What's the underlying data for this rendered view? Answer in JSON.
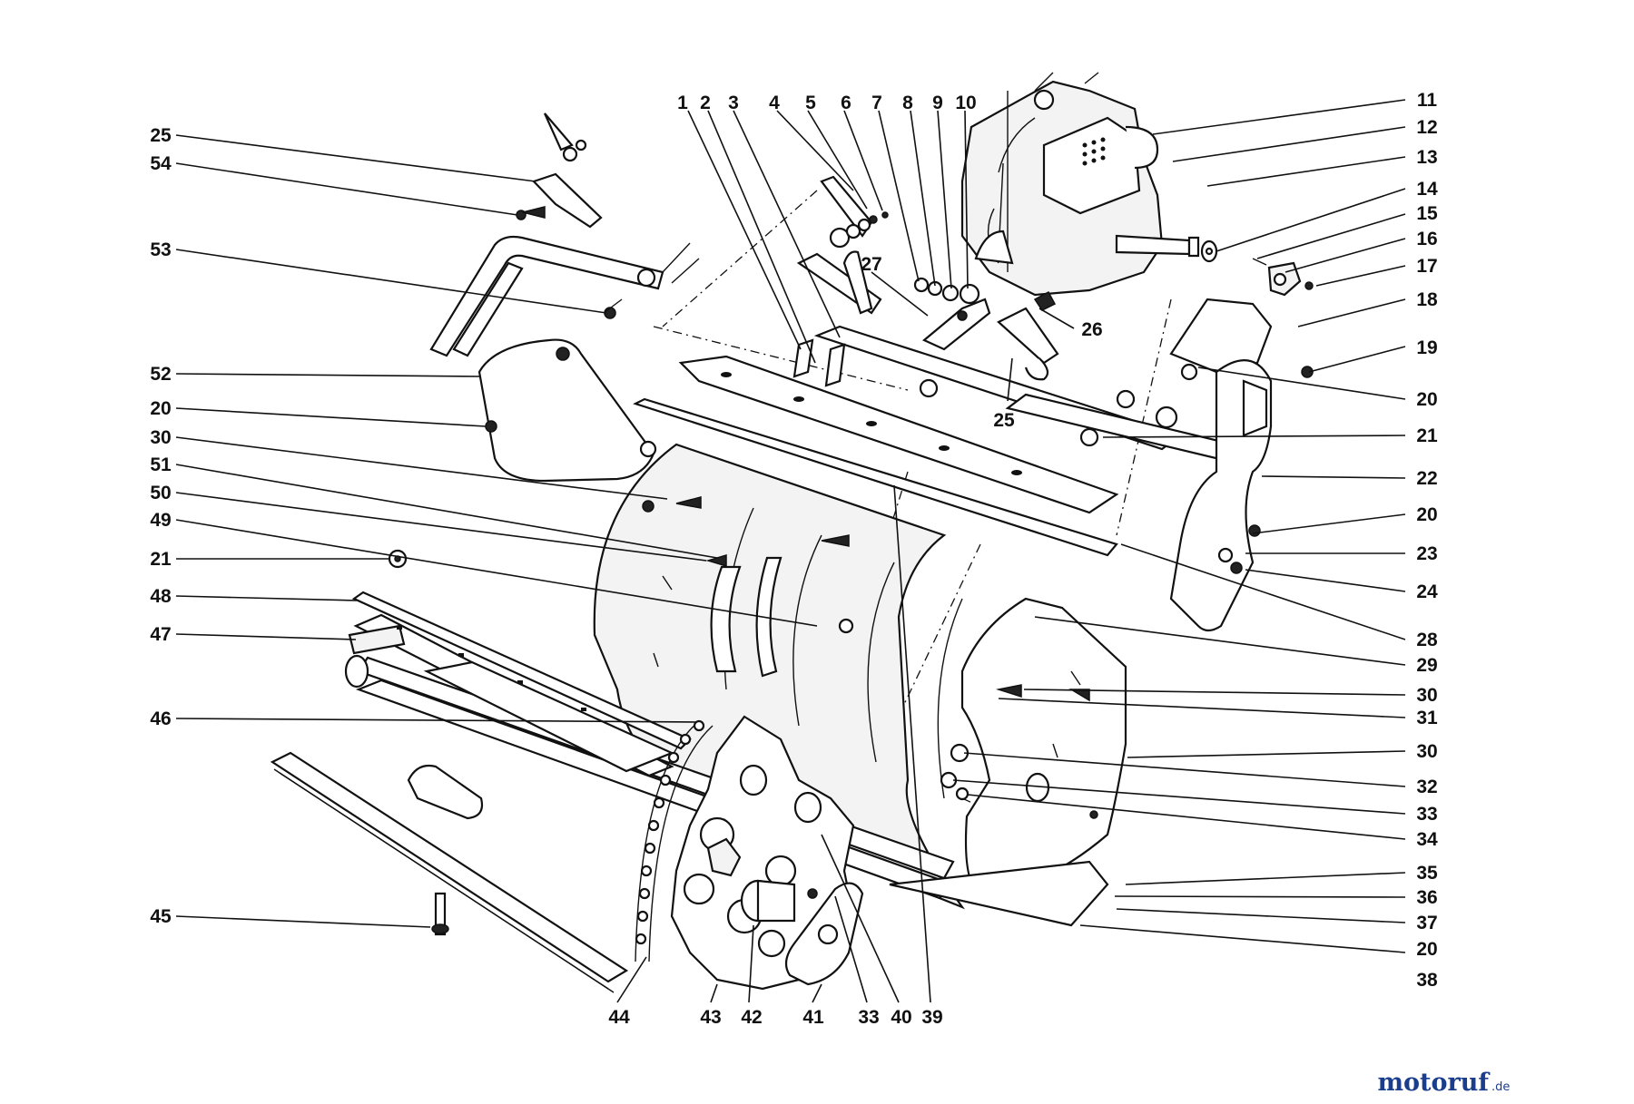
{
  "diagram": {
    "callouts": [
      "1",
      "2",
      "3",
      "4",
      "5",
      "6",
      "7",
      "8",
      "9",
      "10",
      "11",
      "12",
      "13",
      "14",
      "15",
      "16",
      "17",
      "18",
      "19",
      "20",
      "21",
      "22",
      "23",
      "24",
      "25",
      "26",
      "27",
      "28",
      "29",
      "30",
      "31",
      "32",
      "33",
      "34",
      "35",
      "36",
      "37",
      "38",
      "39",
      "40",
      "41",
      "42",
      "43",
      "44",
      "45",
      "46",
      "47",
      "48",
      "49",
      "50",
      "51",
      "52",
      "53",
      "54"
    ],
    "icons": [
      "engine-icon",
      "impeller-housing-icon",
      "sprocket-icon",
      "chain-icon",
      "scraper-blade-icon",
      "handle-icon",
      "chute-icon"
    ]
  },
  "watermark": {
    "brand": "motoruf",
    "suffix": ".de"
  }
}
